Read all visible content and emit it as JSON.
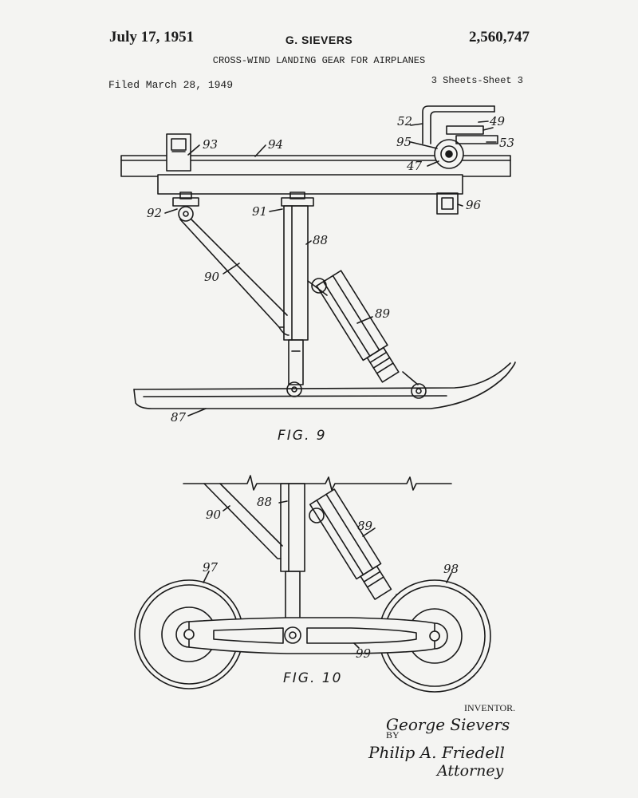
{
  "header": {
    "date": "July 17, 1951",
    "inventor_name": "G. SIEVERS",
    "patent_number": "2,560,747",
    "title": "CROSS-WIND LANDING GEAR FOR AIRPLANES",
    "filed": "Filed March 28, 1949",
    "sheets": "3 Sheets-Sheet 3"
  },
  "figures": {
    "fig9_label": "FIG. 9",
    "fig10_label": "FIG. 10"
  },
  "reference_numerals": {
    "n52": "52",
    "n49": "49",
    "n95": "95",
    "n53": "53",
    "n47": "47",
    "n93": "93",
    "n94": "94",
    "n92": "92",
    "n91": "91",
    "n96": "96",
    "n88": "88",
    "n90": "90",
    "n89": "89",
    "n87": "87",
    "n88b": "88",
    "n90b": "90",
    "n89b": "89",
    "n97": "97",
    "n98": "98",
    "n99": "99"
  },
  "signature_block": {
    "inventor_label": "INVENTOR.",
    "inventor_signature": "George Sievers",
    "by": "BY",
    "attorney_signature": "Philip A. Friedell",
    "attorney_label": "Attorney"
  },
  "colors": {
    "ink": "#1a1a1a",
    "paper": "#f4f4f2"
  }
}
